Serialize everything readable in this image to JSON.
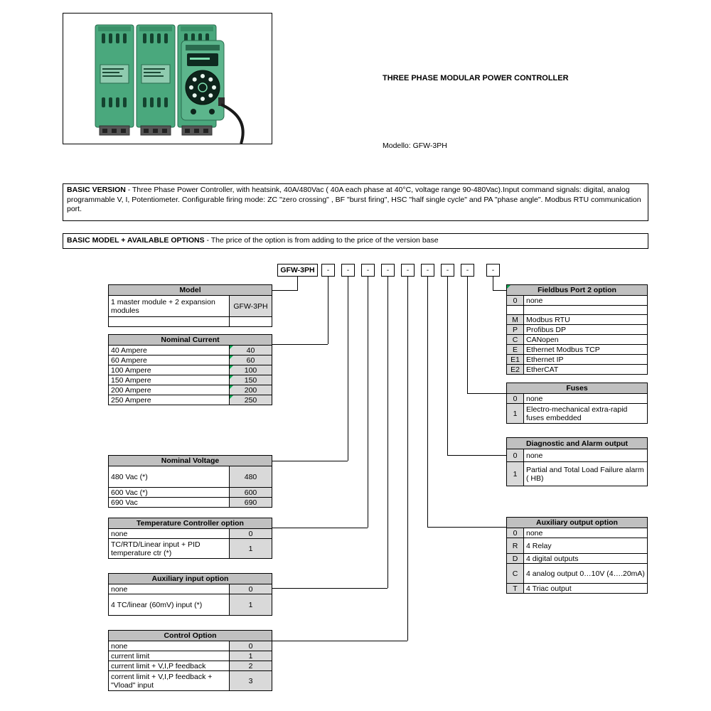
{
  "colors": {
    "table_header_gray": "#c0c0c0",
    "code_cell_gray": "#d9d9d9",
    "marker_green": "#00a650",
    "product_green": "#4aa87d"
  },
  "header": {
    "title": "THREE PHASE MODULAR POWER CONTROLLER",
    "model_line": "Modello: GFW-3PH"
  },
  "notes": {
    "basic_version_label": "BASIC VERSION",
    "basic_version_text": " - Three Phase Power Controller, with heatsink, 40A/480Vac ( 40A each phase at 40°C, voltage range  90-480Vac).Input command signals: digital, analog programmable V, I, Potentiometer.  Configurable firing mode: ZC \"zero crossing\" , BF \"burst firing\", HSC \"half single cycle\" and PA \"phase angle\". Modbus RTU communication port.",
    "basic_model_label": "BASIC MODEL + AVAILABLE OPTIONS",
    "basic_model_text": " - The price of the option is from adding to the price of the version base"
  },
  "order_code": {
    "base": "GFW-3PH",
    "separators": [
      "-",
      "-",
      "-",
      "-",
      "-",
      "-",
      "-",
      "-",
      "-"
    ]
  },
  "model": {
    "title": "Model",
    "rows": [
      {
        "label": "1 master module + 2 expansion modules",
        "value": "GFW-3PH"
      },
      {
        "label": "",
        "value": ""
      }
    ]
  },
  "nominal_current": {
    "title": "Nominal Current",
    "rows": [
      {
        "label": "40 Ampere",
        "value": "40"
      },
      {
        "label": "60 Ampere",
        "value": "60"
      },
      {
        "label": "100 Ampere",
        "value": "100"
      },
      {
        "label": "150 Ampere",
        "value": "150"
      },
      {
        "label": "200 Ampere",
        "value": "200"
      },
      {
        "label": "250 Ampere",
        "value": "250"
      }
    ]
  },
  "nominal_voltage": {
    "title": "Nominal Voltage",
    "rows": [
      {
        "label": "480 Vac (*)",
        "value": "480"
      },
      {
        "label": "600 Vac (*)",
        "value": "600"
      },
      {
        "label": "690 Vac",
        "value": "690"
      }
    ]
  },
  "temperature_controller": {
    "title": "Temperature Controller option",
    "rows": [
      {
        "label": "none",
        "value": "0"
      },
      {
        "label": "TC/RTD/Linear input + PID temperature ctr (*)",
        "value": "1"
      }
    ]
  },
  "auxiliary_input": {
    "title": "Auxiliary input option",
    "rows": [
      {
        "label": "none",
        "value": "0"
      },
      {
        "label": "4 TC/linear (60mV) input (*)",
        "value": "1"
      }
    ]
  },
  "control_option": {
    "title": "Control Option",
    "rows": [
      {
        "label": "none",
        "value": "0"
      },
      {
        "label": "current limit",
        "value": "1"
      },
      {
        "label": "current limit +  V,I,P feedback",
        "value": "2"
      },
      {
        "label": "corrent limit + V,I,P feedback + \"Vload\" input",
        "value": "3"
      }
    ]
  },
  "fieldbus_port2": {
    "title": "Fieldbus Port 2 option",
    "rows": [
      {
        "code": "0",
        "label": "none"
      },
      {
        "code": "",
        "label": ""
      },
      {
        "code": "M",
        "label": "Modbus RTU"
      },
      {
        "code": "P",
        "label": "Profibus DP"
      },
      {
        "code": "C",
        "label": "CANopen"
      },
      {
        "code": "E",
        "label": "Ethernet Modbus TCP"
      },
      {
        "code": "E1",
        "label": "Ethernet IP"
      },
      {
        "code": "E2",
        "label": "EtherCAT"
      }
    ]
  },
  "fuses": {
    "title": "Fuses",
    "rows": [
      {
        "code": "0",
        "label": "none"
      },
      {
        "code": "1",
        "label": "Electro-mechanical extra-rapid fuses embedded"
      }
    ]
  },
  "diagnostic_alarm": {
    "title": "Diagnostic and Alarm output",
    "rows": [
      {
        "code": "0",
        "label": "none"
      },
      {
        "code": "1",
        "label": "Partial and Total Load Failure alarm ( HB)"
      }
    ]
  },
  "auxiliary_output": {
    "title": "Auxiliary output option",
    "rows": [
      {
        "code": "0",
        "label": "none"
      },
      {
        "code": "R",
        "label": "4 Relay"
      },
      {
        "code": "D",
        "label": "4 digital outputs"
      },
      {
        "code": "C",
        "label": "4 analog output 0…10V (4….20mA)"
      },
      {
        "code": "T",
        "label": "4 Triac output"
      }
    ]
  }
}
